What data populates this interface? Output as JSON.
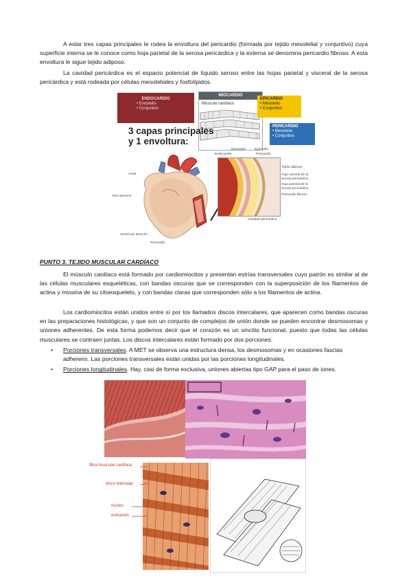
{
  "paragraphs": {
    "p1": "A estar tres capas principales le rodea la envoltura del pericardio (formada por tejido mesotelial y conjuntivo) cuya superficie interna se le conoce como hoja parietal de la serosa pericárdica y la externa se denomina pericardio fibroso. A esta envoltura le sigue tejido adiposo.",
    "p2": "La cavidad pericárdica es el espacio potencial de líquido seroso entre las hojas parietal y visceral de la serosa pericárdica y está rodeada por células mesoteliales y fosfolípidos.",
    "p3": "El músculo cardíaco está formado por cardiomiocitos y presentan estrías transversales cuyo patrón es similar al de las células musculares esqueléticas, con bandas oscuras que se corresponden con la superposición de los filamentos de actina y miosina de su citoesqueleto, y con bandas claras que corresponden sólo a los filamentos de actina.",
    "p4": "Los cardiomiocitos están unidos entre sí por los llamados discos intercalares, que aparecen como bandas oscuras en las preparaciones histológicas, y que son un conjunto de complejos de unión donde se pueden encontrar desmosomas y uniones adherentes. De esta forma podemos decir que el corazón es un sincitio funcional, puesto que todas las células musculares se contraen juntas. Los discos intercalares están formado por dos porciones:"
  },
  "heading": "PUNTO 3. TEJIDO MUSCULAR CARDÍACO",
  "bullets": [
    {
      "term": "Porciones transversales",
      "pre": ". A MET se observa una estructura densa, los desmosomas y en ocasiones fascias ",
      "italic": "adherens",
      "post": ". Las porciones transversales están unidas por las porciones longitudinales."
    },
    {
      "term": "Porciones longitudinales",
      "pre": ". Hay, casi de forma exclusiva, uniones abiertas tipo GAP para el paso de iones.",
      "italic": "",
      "post": ""
    }
  ],
  "bullet_symbol": "•",
  "figure1": {
    "title_line1": "3 capas principales",
    "title_line2": "y 1 envoltura:",
    "endocardio": {
      "title": "ENDOCARDIO",
      "items": [
        "Endotelio",
        "Conjuntivo"
      ]
    },
    "miocardio": {
      "title": "MIOCARDIO",
      "sub": "Músculo cardíaco"
    },
    "epicardio": {
      "title": "EPICARDIO",
      "items": [
        "Mesotelio",
        "Conjuntivo"
      ]
    },
    "pericardio": {
      "title": "PERICARDIO",
      "items": [
        "Mesotelio",
        "Conjuntivo"
      ]
    },
    "labels": {
      "aorta": "Aorta",
      "atrio": "Atrio derecho",
      "ventriculo": "Ventrículo derecho",
      "pericardio": "Pericardio",
      "miocardio": "Miocardio",
      "epicardio": "Epicardio",
      "endocardio": "Endocardio",
      "pericardio2": "Pericardio",
      "adiposo": "Tejido adiposo",
      "hoja_visceral": "Hoja visceral de la serosa pericárdica",
      "hoja_parietal": "Hoja parietal de la serosa pericárdica",
      "fibroso": "Pericardio fibroso",
      "cavidad": "Cavidad pericárdica"
    }
  },
  "figure2": {
    "labels": {
      "fibra": "fibra muscular cardíaca",
      "disco": "disco intercalar",
      "nucleo": "núcleo",
      "estriacion": "estriación"
    }
  },
  "colors": {
    "endocardio": "#8e2a2e",
    "miocardio_header": "#585f66",
    "epicardio": "#f5c400",
    "pericardio": "#2e6fb5",
    "stain_pink": "#d98cc0",
    "stain_red": "#b8402c"
  }
}
